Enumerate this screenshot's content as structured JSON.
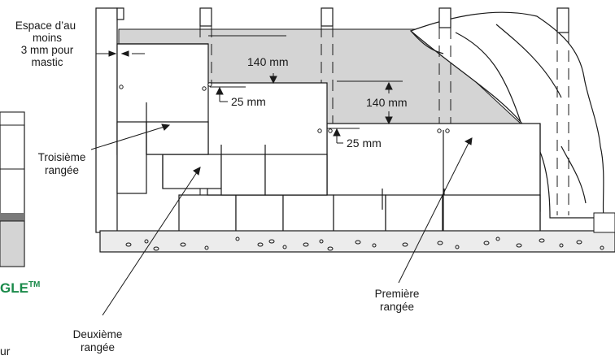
{
  "labels": {
    "gap_line1": "Espace d’au",
    "gap_line2": "moins",
    "gap_line3": "3 mm pour",
    "gap_line4": "mastic",
    "third_row_line1": "Troisième",
    "third_row_line2": "rangée",
    "second_row_line1": "Deuxième",
    "second_row_line2": "rangée",
    "first_row_line1": "Première",
    "first_row_line2": "rangée"
  },
  "dimensions": {
    "exposure_upper": "140 mm",
    "exposure_right": "140 mm",
    "offset_upper": "25 mm",
    "offset_lower": "25 mm"
  },
  "left_panel": {
    "brand_fragment": "GLE",
    "brand_trademark": "TM",
    "text_fragment": "ur"
  },
  "colors": {
    "brand_green": "#1a8a4a",
    "underlay_gray": "#d4d4d4",
    "line": "#1a1a1a",
    "concrete": "#ececec"
  }
}
